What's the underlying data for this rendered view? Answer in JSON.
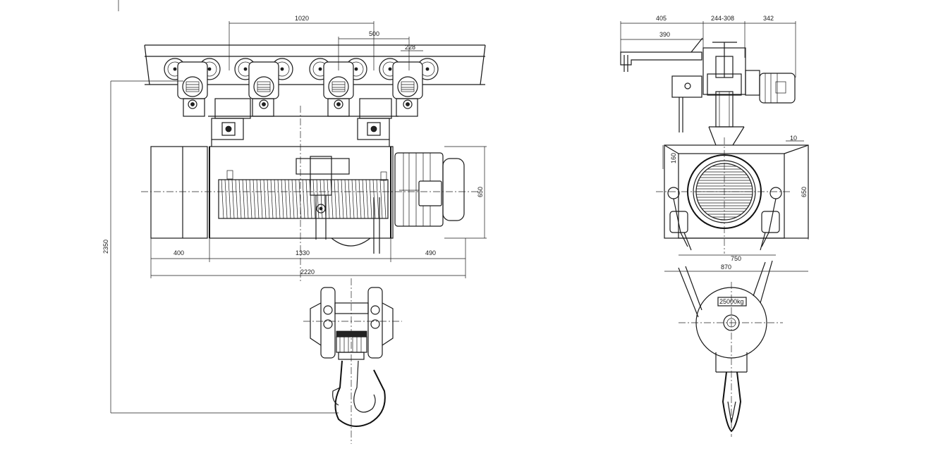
{
  "front_view": {
    "dims": {
      "d1020": "1020",
      "d500": "500",
      "d228": "228",
      "d400": "400",
      "d1330": "1330",
      "d490": "490",
      "d2220": "2220",
      "d650": "650",
      "d2350": "2350"
    }
  },
  "side_view": {
    "dims": {
      "d405": "405",
      "d244_308": "244-308",
      "d342": "342",
      "d390": "390",
      "d10": "10",
      "d160": "160",
      "d650": "650",
      "d750": "750",
      "d870": "870"
    },
    "load_label": "25000kg"
  },
  "colors": {
    "line": "#1a1a1a",
    "background": "#ffffff"
  }
}
